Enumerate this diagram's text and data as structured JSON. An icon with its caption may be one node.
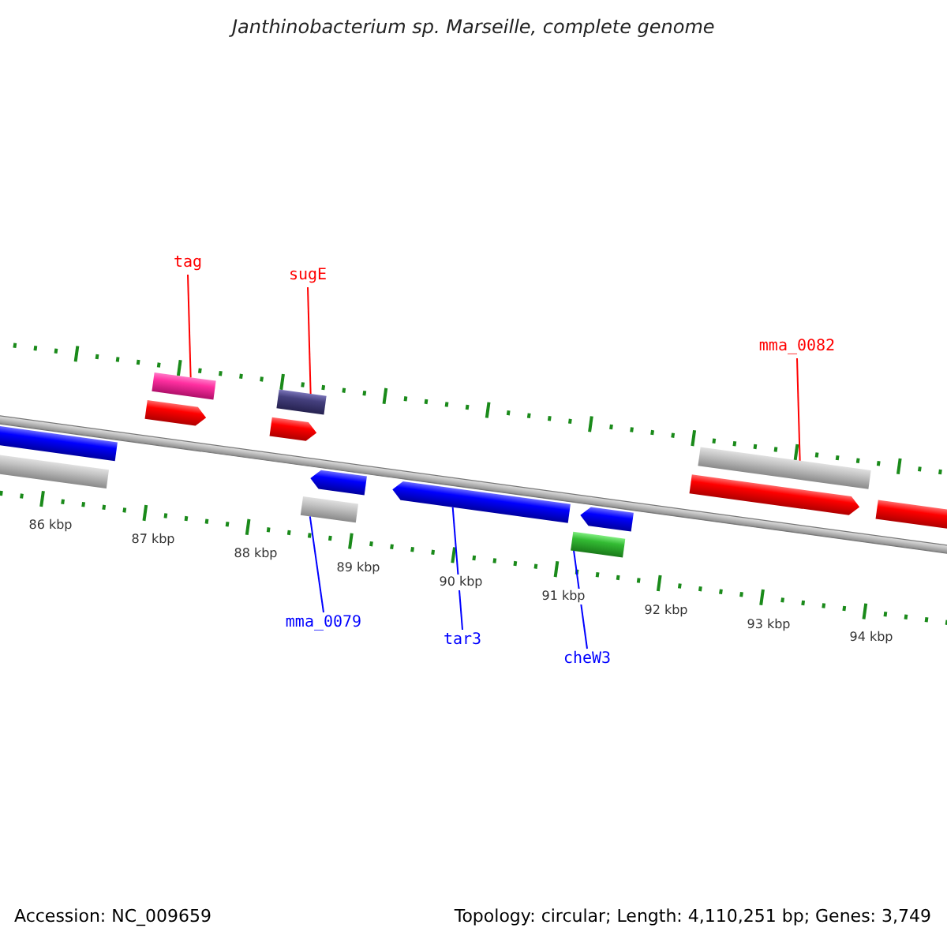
{
  "diagram": {
    "title": "Janthinobacterium sp. Marseille, complete genome",
    "nodes": [
      {
        "text": [
          "tag"
        ]
      },
      {
        "text": [
          "sugE"
        ]
      },
      {
        "text": [
          "mma_0082"
        ]
      },
      {
        "text": [
          "mma_0079"
        ]
      },
      {
        "text": [
          "tar3"
        ]
      },
      {
        "text": [
          "cheW3"
        ]
      },
      {
        "text": [],
        "shape": "bar"
      },
      {
        "text": [],
        "shape": "bar"
      },
      {
        "text": [],
        "shape": "bar"
      },
      {
        "text": [],
        "shape": "bar"
      },
      {
        "text": [],
        "shape": "bar"
      },
      {
        "text": [],
        "shape": "bar"
      },
      {
        "text": [],
        "shape": "bar"
      },
      {
        "text": [],
        "shape": "bar"
      },
      {
        "text": [],
        "shape": "bar"
      },
      {
        "text": [],
        "shape": "bar"
      },
      {
        "text": [],
        "shape": "bar"
      },
      {
        "text": [],
        "shape": "bar"
      },
      {
        "text": [],
        "shape": "bar"
      },
      {
        "text": [],
        "shape": "bar"
      }
    ],
    "edges": [
      {
        "from": 0,
        "to": 8,
        "arrow": "none",
        "color": "#ff0000"
      },
      {
        "from": 1,
        "to": 10,
        "arrow": "none",
        "color": "#ff0000"
      },
      {
        "from": 2,
        "to": 17,
        "arrow": "none",
        "color": "#ff0000"
      },
      {
        "from": 3,
        "to": 13,
        "arrow": "none",
        "color": "#0000ff"
      },
      {
        "from": 4,
        "to": 14,
        "arrow": "none",
        "color": "#0000ff"
      },
      {
        "from": 5,
        "to": 16,
        "arrow": "none",
        "color": "#0000ff"
      }
    ],
    "labels": [
      "86 kbp",
      "87 kbp",
      "88 kbp",
      "89 kbp",
      "90 kbp",
      "91 kbp",
      "92 kbp",
      "93 kbp",
      "94 kbp",
      "Accession: NC_009659",
      "Topology: circular; Length: 4,110,251 bp; Genes: 3,749"
    ]
  }
}
